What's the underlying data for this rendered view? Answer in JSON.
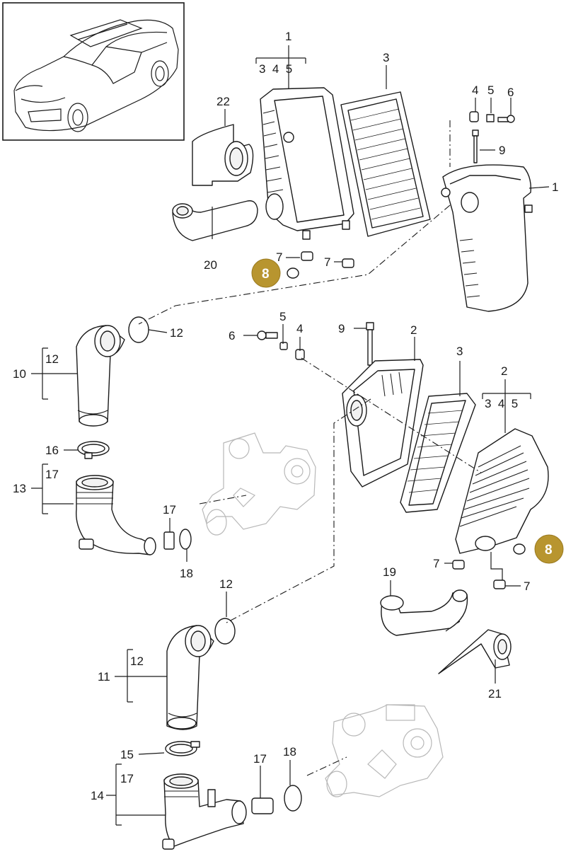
{
  "callouts": {
    "c_1_top": "1",
    "c_345_top": "3  4  5",
    "c_3_top": "3",
    "c_22": "22",
    "c_20": "20",
    "c_7_a": "7",
    "c_7_b": "7",
    "c_4_tr": "4",
    "c_5_tr": "5",
    "c_6_tr": "6",
    "c_9_tr": "9",
    "c_1_right": "1",
    "c_12_a": "12",
    "c_10": "10",
    "c_12_b": "12",
    "c_6_mid": "6",
    "c_5_mid": "5",
    "c_4_mid": "4",
    "c_9_mid": "9",
    "c_2_mid": "2",
    "c_3_mid": "3",
    "c_2_right": "2",
    "c_345_right": "3  4  5",
    "c_16": "16",
    "c_13": "13",
    "c_17_a": "17",
    "c_17_b": "17",
    "c_18_a": "18",
    "c_7_c": "7",
    "c_7_d": "7",
    "c_19": "19",
    "c_12_c": "12",
    "c_11": "11",
    "c_12_d": "12",
    "c_21": "21",
    "c_15": "15",
    "c_14": "14",
    "c_17_c": "17",
    "c_17_d": "17",
    "c_18_b": "18"
  },
  "badges": {
    "badge_left": "8",
    "badge_right": "8"
  },
  "colors": {
    "badge": "#b8952f",
    "line": "#1a1a1a",
    "ghost": "#b8b8b8"
  },
  "icons": {
    "vehicle": "porsche-cayenne-thumbnail"
  }
}
